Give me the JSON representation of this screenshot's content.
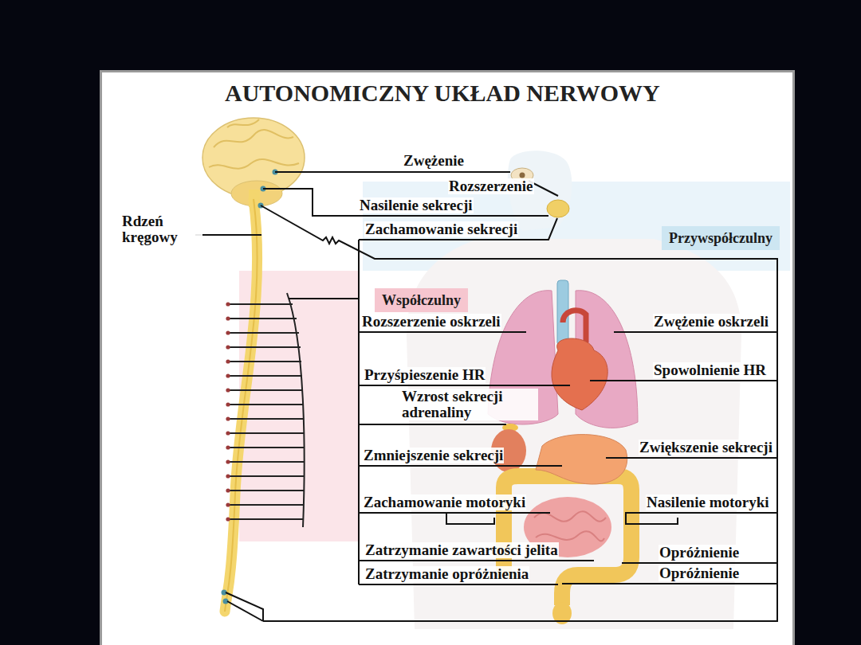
{
  "diagram": {
    "title": "AUTONOMICZNY UKŁAD NERWOWY",
    "nodes": [
      {
        "text": [
          "Przywspółczulny"
        ]
      },
      {
        "text": [
          "Współczulny"
        ]
      }
    ],
    "labels": [
      "Zwężenie",
      "Rozszerzenie",
      "Nasilenie sekrecji",
      "Rdzeń kręgowy",
      "Zachamowanie sekrecji",
      "Rozszerzenie oskrzeli",
      "Zwężenie oskrzeli",
      "Spowolnienie HR",
      "Przyśpieszenie HR",
      "Wzrost sekrecji adrenaliny",
      "Zwiększenie sekrecji",
      "Zmniejszenie sekrecji",
      "Zachamowanie motoryki",
      "Nasilenie motoryki",
      "Zatrzymanie zawartości jelita",
      "Opróżnienie",
      "Opróżnienie",
      "Zatrzymanie opróżnienia"
    ]
  }
}
